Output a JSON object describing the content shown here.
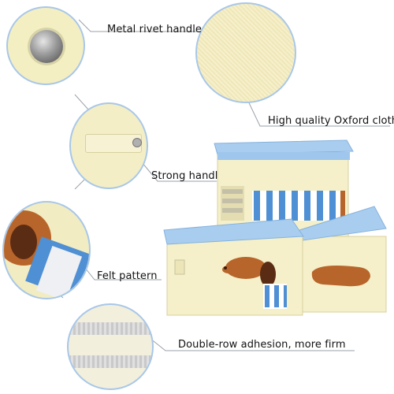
{
  "callouts": {
    "metal_rivet": "Metal rivet handle",
    "oxford": "High quality Oxford cloth",
    "strong_handle": "Strong handle",
    "felt": "Felt pattern",
    "adhesion": "Double-row adhesion, more firm"
  },
  "colors": {
    "cream": "#f5f0c9",
    "lid_blue": "#a9cdef",
    "stripe_blue": "#4f8fd3",
    "dog_brown": "#b8652b",
    "circle_border": "#a8c7e8",
    "leader_line": "#9aa0a8"
  },
  "icons": [
    "rivet-icon",
    "dachshund-illustration"
  ]
}
